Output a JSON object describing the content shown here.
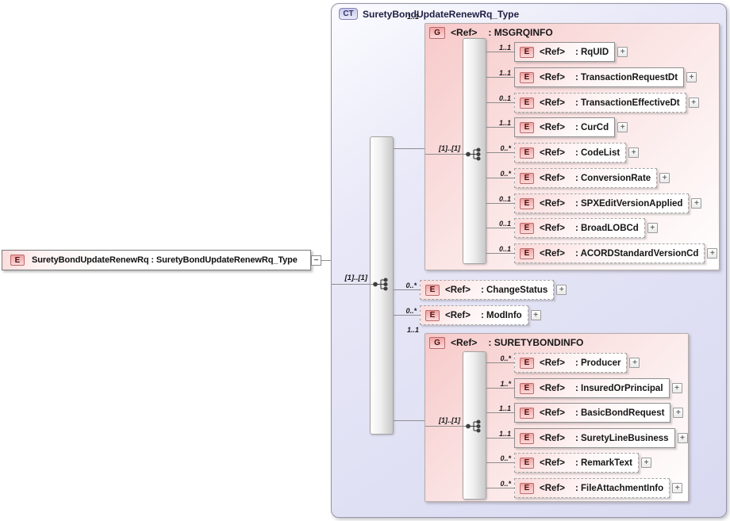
{
  "icons": {
    "expand": "+",
    "collapse": "−",
    "compositor": "sequence"
  },
  "colors": {
    "element_pink": "#f1a3a3",
    "type_lavender": "#d9d9f1",
    "group_pink": "#f7c9c9",
    "border_gray": "#8f8f8f"
  },
  "root_element": {
    "badge": "E",
    "label": "SuretyBondUpdateRenewRq : SuretyBondUpdateRenewRq_Type"
  },
  "complex_type": {
    "badge": "CT",
    "title": "SuretyBondUpdateRenewRq_Type",
    "junction_cardinality": "[1]..[1]",
    "groups": [
      {
        "id": "msgrqinfo",
        "badge": "G",
        "ref_label": "<Ref>",
        "name_label": ": MSGRQINFO",
        "cardinality": "1..1",
        "junction_cardinality": "[1]..[1]",
        "children": [
          {
            "badge": "E",
            "ref_label": "<Ref>",
            "name_label": ": RqUID",
            "cardinality": "1..1",
            "optional": false
          },
          {
            "badge": "E",
            "ref_label": "<Ref>",
            "name_label": ": TransactionRequestDt",
            "cardinality": "1..1",
            "optional": false
          },
          {
            "badge": "E",
            "ref_label": "<Ref>",
            "name_label": ": TransactionEffectiveDt",
            "cardinality": "0..1",
            "optional": true
          },
          {
            "badge": "E",
            "ref_label": "<Ref>",
            "name_label": ": CurCd",
            "cardinality": "1..1",
            "optional": false
          },
          {
            "badge": "E",
            "ref_label": "<Ref>",
            "name_label": ": CodeList",
            "cardinality": "0..*",
            "optional": true
          },
          {
            "badge": "E",
            "ref_label": "<Ref>",
            "name_label": ": ConversionRate",
            "cardinality": "0..*",
            "optional": true
          },
          {
            "badge": "E",
            "ref_label": "<Ref>",
            "name_label": ": SPXEditVersionApplied",
            "cardinality": "0..1",
            "optional": true
          },
          {
            "badge": "E",
            "ref_label": "<Ref>",
            "name_label": ": BroadLOBCd",
            "cardinality": "0..1",
            "optional": true
          },
          {
            "badge": "E",
            "ref_label": "<Ref>",
            "name_label": ": ACORDStandardVersionCd",
            "cardinality": "0..1",
            "optional": true
          }
        ]
      },
      {
        "id": "suretybondinfo",
        "badge": "G",
        "ref_label": "<Ref>",
        "name_label": ": SURETYBONDINFO",
        "cardinality": "1..1",
        "junction_cardinality": "[1]..[1]",
        "children": [
          {
            "badge": "E",
            "ref_label": "<Ref>",
            "name_label": ": Producer",
            "cardinality": "0..*",
            "optional": true
          },
          {
            "badge": "E",
            "ref_label": "<Ref>",
            "name_label": ": InsuredOrPrincipal",
            "cardinality": "1..*",
            "optional": false
          },
          {
            "badge": "E",
            "ref_label": "<Ref>",
            "name_label": ": BasicBondRequest",
            "cardinality": "1..1",
            "optional": false
          },
          {
            "badge": "E",
            "ref_label": "<Ref>",
            "name_label": ": SuretyLineBusiness",
            "cardinality": "1..1",
            "optional": false
          },
          {
            "badge": "E",
            "ref_label": "<Ref>",
            "name_label": ": RemarkText",
            "cardinality": "0..*",
            "optional": true
          },
          {
            "badge": "E",
            "ref_label": "<Ref>",
            "name_label": ": FileAttachmentInfo",
            "cardinality": "0..*",
            "optional": true
          }
        ]
      }
    ],
    "elements": [
      {
        "badge": "E",
        "ref_label": "<Ref>",
        "name_label": ": ChangeStatus",
        "cardinality": "0..*",
        "optional": true
      },
      {
        "badge": "E",
        "ref_label": "<Ref>",
        "name_label": ": ModInfo",
        "cardinality": "0..*",
        "optional": true
      }
    ]
  }
}
